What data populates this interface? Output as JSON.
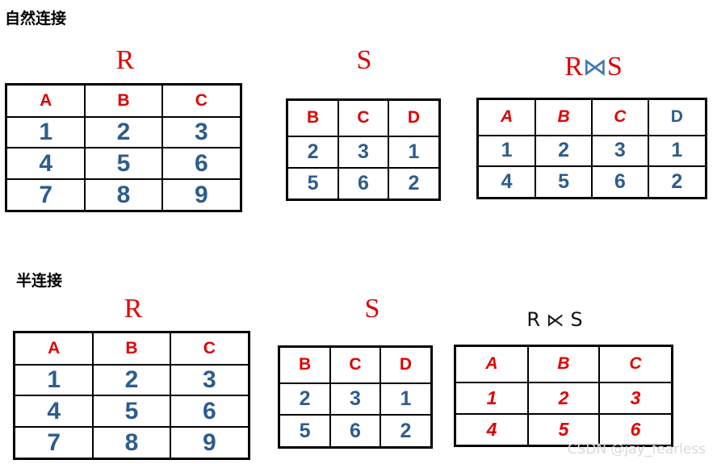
{
  "sections": {
    "natural_join": {
      "title": "自然连接",
      "r": {
        "label": "R",
        "headers": [
          "A",
          "B",
          "C"
        ],
        "rows": [
          [
            "1",
            "2",
            "3"
          ],
          [
            "4",
            "5",
            "6"
          ],
          [
            "7",
            "8",
            "9"
          ]
        ]
      },
      "s": {
        "label": "S",
        "headers": [
          "B",
          "C",
          "D"
        ],
        "rows": [
          [
            "2",
            "3",
            "1"
          ],
          [
            "5",
            "6",
            "2"
          ]
        ]
      },
      "result": {
        "left": "R",
        "symbol": "⋈",
        "right": "S",
        "headers": [
          "A",
          "B",
          "C",
          "D"
        ],
        "rows": [
          [
            "1",
            "2",
            "3",
            "1"
          ],
          [
            "4",
            "5",
            "6",
            "2"
          ]
        ]
      }
    },
    "semi_join": {
      "title": "半连接",
      "r": {
        "label": "R",
        "headers": [
          "A",
          "B",
          "C"
        ],
        "rows": [
          [
            "1",
            "2",
            "3"
          ],
          [
            "4",
            "5",
            "6"
          ],
          [
            "7",
            "8",
            "9"
          ]
        ]
      },
      "s": {
        "label": "S",
        "headers": [
          "B",
          "C",
          "D"
        ],
        "rows": [
          [
            "2",
            "3",
            "1"
          ],
          [
            "5",
            "6",
            "2"
          ]
        ]
      },
      "result": {
        "left": "R",
        "symbol": "⋉",
        "right": "S",
        "headers": [
          "A",
          "B",
          "C"
        ],
        "rows": [
          [
            "1",
            "2",
            "3"
          ],
          [
            "4",
            "5",
            "6"
          ]
        ]
      }
    }
  },
  "watermark": "CSDN @jay_fearless",
  "colors": {
    "header_red": "#e00000",
    "value_blue": "#2d5c8e",
    "symbol_blue": "#3e74b8"
  }
}
